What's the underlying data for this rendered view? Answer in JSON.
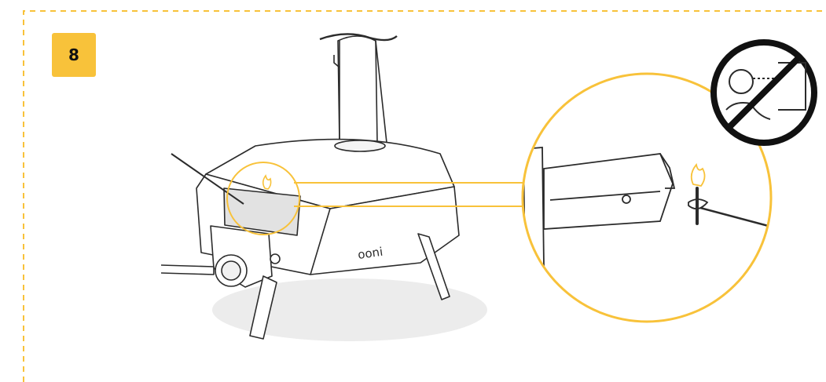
{
  "step": {
    "number": "8"
  },
  "oven": {
    "brand_label": "ooni"
  },
  "colors": {
    "accent": "#F8C23A",
    "outline": "#2b2b2b",
    "prohibition": "#111111",
    "flame": "#F8C23A"
  },
  "icons": [
    "flame-icon",
    "no-face-near-oven-icon",
    "magnifier-callout"
  ]
}
